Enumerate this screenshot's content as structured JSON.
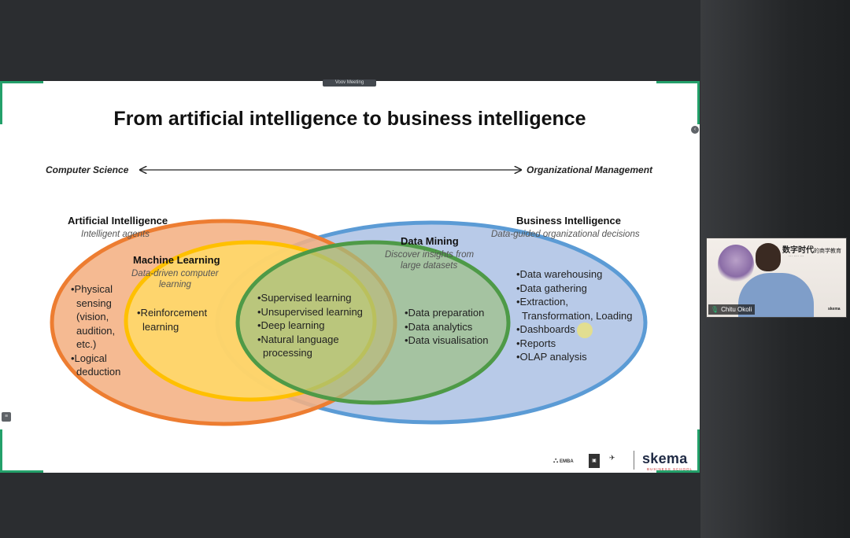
{
  "meeting": {
    "tab_label": "Voov Meeting"
  },
  "slide": {
    "title": "From artificial intelligence to business intelligence",
    "axis": {
      "left": "Computer Science",
      "right": "Organizational Management"
    },
    "ai": {
      "heading": "Artificial Intelligence",
      "sub": "Intelligent agents",
      "items": [
        "•Physical",
        "sensing",
        "(vision,",
        "audition,",
        "etc.)",
        "•Logical",
        "deduction"
      ]
    },
    "ml": {
      "heading": "Machine Learning",
      "sub_line1": "Data-driven computer",
      "sub_line2": "learning",
      "items": [
        "•Reinforcement",
        "learning"
      ]
    },
    "overlap": {
      "items": [
        "•Supervised learning",
        "•Unsupervised learning",
        "•Deep learning",
        "•Natural language",
        "processing"
      ]
    },
    "dm": {
      "heading": "Data Mining",
      "sub_line1": "Discover insights from",
      "sub_line2": "large datasets",
      "items": [
        "•Data preparation",
        "•Data analytics",
        "•Data visualisation"
      ]
    },
    "bi": {
      "heading": "Business Intelligence",
      "sub": "Data-guided organizational decisions",
      "items": [
        "•Data warehousing",
        "•Data gathering",
        "•Extraction,",
        "Transformation, Loading",
        "•Dashboards",
        "•Reports",
        "•OLAP analysis"
      ]
    },
    "logos": {
      "emba": "EMBA",
      "skema": "skema",
      "skema_sub": "BUSINESS SCHOOL"
    },
    "colors": {
      "ai_fill": "#f4b183",
      "ai_stroke": "#ed7d31",
      "ml_fill": "#ffd966",
      "ml_stroke": "#ffc000",
      "dm_fill": "#9dc183",
      "dm_stroke": "#4e9a47",
      "bi_fill": "#b4c7e7",
      "bi_stroke": "#5b9bd5",
      "frame_accent": "#23a06a"
    }
  },
  "participant": {
    "name": "Chitu Okoli",
    "bg_text": "数字时代",
    "bg_text_small": "的商学教育"
  }
}
